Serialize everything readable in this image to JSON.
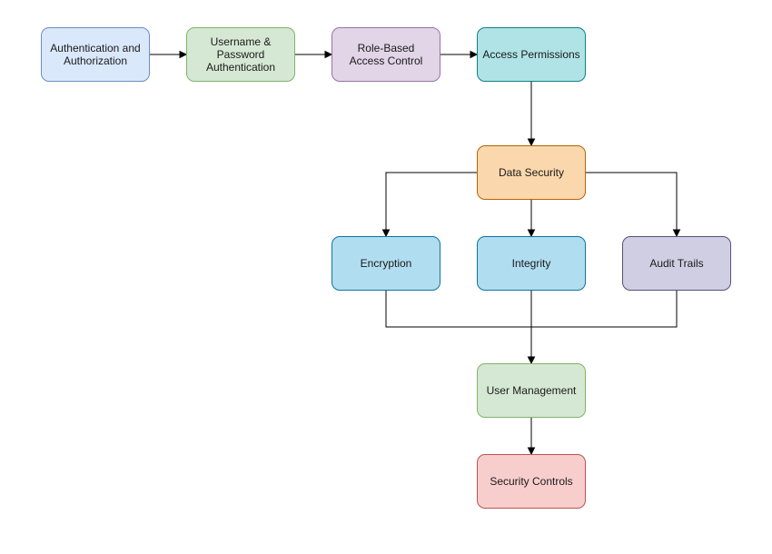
{
  "diagram": {
    "nodes": {
      "auth": {
        "label": "Authentication and\nAuthorization",
        "fill": "#dae8fc",
        "stroke": "#6c8ebf"
      },
      "userpass": {
        "label": "Username &\nPassword\nAuthentication",
        "fill": "#d5e8d4",
        "stroke": "#82b366"
      },
      "rbac": {
        "label": "Role-Based\nAccess Control",
        "fill": "#e1d5e7",
        "stroke": "#9673a6"
      },
      "access": {
        "label": "Access Permissions",
        "fill": "#b0e3e6",
        "stroke": "#0e8088"
      },
      "datasec": {
        "label": "Data Security",
        "fill": "#fad7ac",
        "stroke": "#b46504"
      },
      "encryption": {
        "label": "Encryption",
        "fill": "#b1ddf0",
        "stroke": "#10739e"
      },
      "integrity": {
        "label": "Integrity",
        "fill": "#b1ddf0",
        "stroke": "#10739e"
      },
      "audit": {
        "label": "Audit Trails",
        "fill": "#d0cee2",
        "stroke": "#56517e"
      },
      "usermgmt": {
        "label": "User Management",
        "fill": "#d5e8d4",
        "stroke": "#82b366"
      },
      "controls": {
        "label": "Security Controls",
        "fill": "#f8cecc",
        "stroke": "#b85450"
      }
    },
    "edges": [
      {
        "from": "auth",
        "to": "userpass"
      },
      {
        "from": "userpass",
        "to": "rbac"
      },
      {
        "from": "rbac",
        "to": "access"
      },
      {
        "from": "access",
        "to": "datasec"
      },
      {
        "from": "datasec",
        "to": "encryption"
      },
      {
        "from": "datasec",
        "to": "integrity"
      },
      {
        "from": "datasec",
        "to": "audit"
      },
      {
        "from": "encryption",
        "to": "usermgmt"
      },
      {
        "from": "integrity",
        "to": "usermgmt"
      },
      {
        "from": "audit",
        "to": "usermgmt"
      },
      {
        "from": "usermgmt",
        "to": "controls"
      }
    ]
  }
}
